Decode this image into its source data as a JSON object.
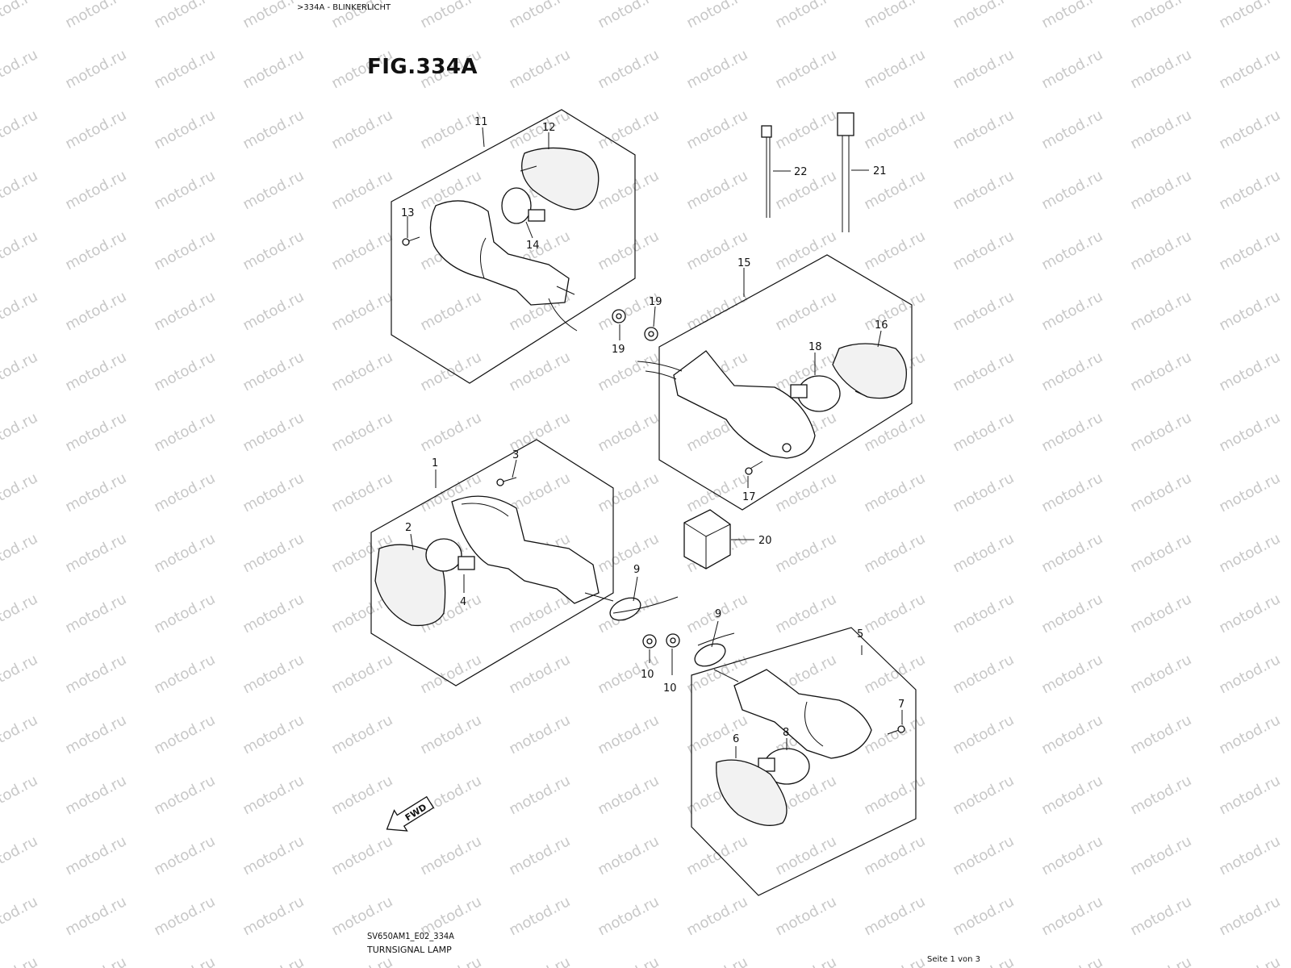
{
  "header": {
    "breadcrumb": ">334A - BLINKERLICHT"
  },
  "figure": {
    "title": "FIG.334A",
    "model_code": "SV650AM1_E02_334A",
    "caption": "TURNSIGNAL LAMP"
  },
  "footer": {
    "page": "Seite 1 von 3"
  },
  "watermark": "motod.ru",
  "fwd_label": "FWD",
  "callouts": [
    "1",
    "2",
    "3",
    "4",
    "5",
    "6",
    "7",
    "8",
    "9",
    "9",
    "10",
    "10",
    "11",
    "12",
    "13",
    "14",
    "15",
    "16",
    "17",
    "18",
    "19",
    "19",
    "20",
    "21",
    "22"
  ]
}
